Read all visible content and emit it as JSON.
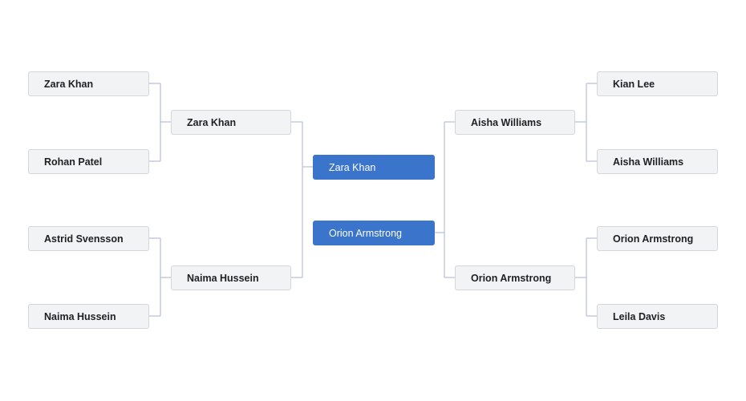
{
  "bracket": {
    "left": {
      "round1": [
        "Zara Khan",
        "Rohan Patel",
        "Astrid Svensson",
        "Naima Hussein"
      ],
      "round2": [
        "Zara Khan",
        "Naima Hussein"
      ]
    },
    "right": {
      "round1": [
        "Kian Lee",
        "Aisha Williams",
        "Orion Armstrong",
        "Leila Davis"
      ],
      "round2": [
        "Aisha Williams",
        "Orion Armstrong"
      ]
    },
    "final": [
      "Zara Khan",
      "Orion Armstrong"
    ]
  },
  "colors": {
    "finalist": "#3a74cb",
    "box": "#f2f3f5",
    "connector": "#b9c3dc"
  }
}
